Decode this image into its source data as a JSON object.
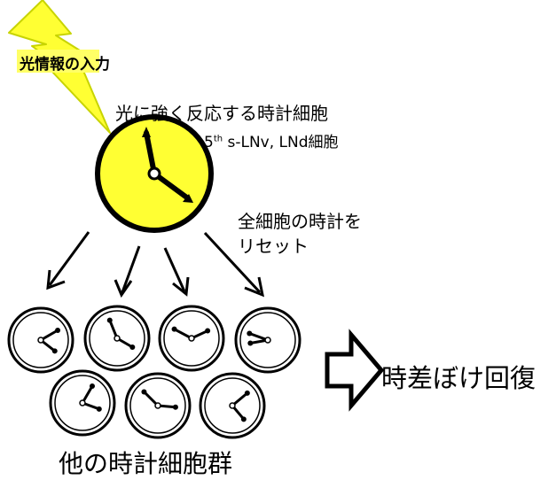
{
  "labels": {
    "light_input": "光情報の入力",
    "strong_clock_cells": "光に強く反応する時計細胞",
    "cell_sup": "th",
    "cell_types_rest": " s-LNv, LNd細胞",
    "reset_line1": "全細胞の時計を",
    "reset_line2": "リセット",
    "jetlag_recovery": "時差ぼけ回復",
    "other_clock_cells": "他の時計細胞群"
  },
  "cell_number": "5",
  "colors": {
    "lightning_fill": "#FFFF33",
    "lightning_stroke": "#C8D400",
    "clock_face": "#FFFF33",
    "label_bg": "#FFFF66",
    "ink": "#000000"
  },
  "icons": [
    "lightning-icon",
    "clock-icon",
    "arrow-icon",
    "hollow-arrow-icon"
  ]
}
